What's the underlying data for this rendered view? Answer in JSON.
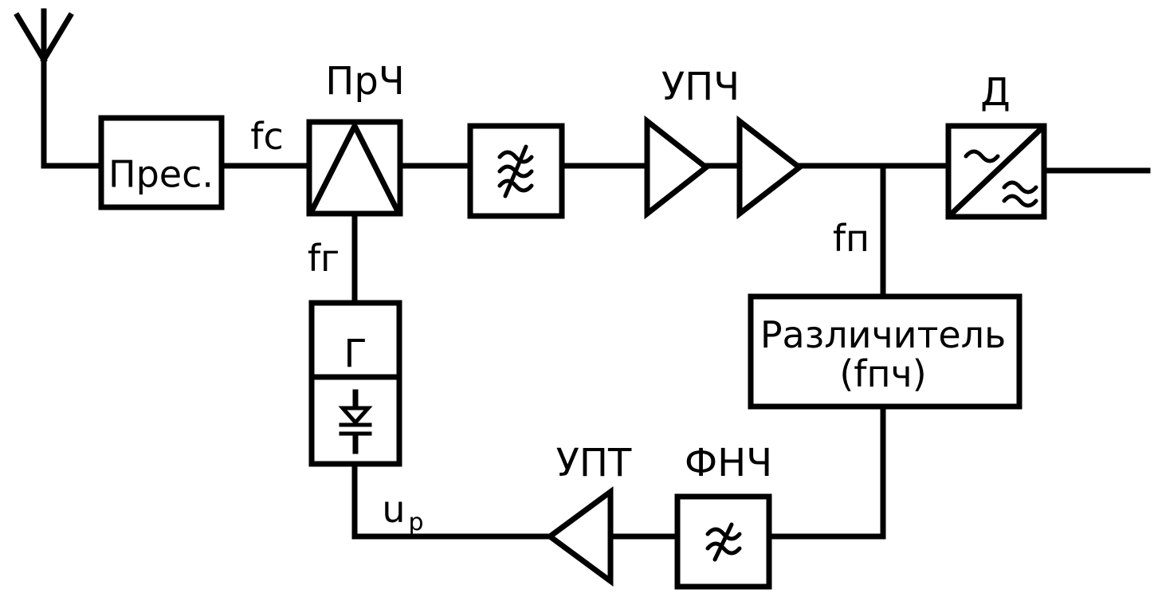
{
  "labels": {
    "preselector": "Прес.",
    "mixer": "ПрЧ",
    "if_amp": "УПЧ",
    "detector": "Д",
    "discriminator_line1": "Различитель",
    "discriminator_line2": "(fпч)",
    "generator": "Г",
    "dc_amp": "УПТ",
    "lowpass": "ФНЧ",
    "signal_freq": "fс",
    "gen_freq": "fг",
    "if_freq": "fп",
    "control_voltage_main": "u",
    "control_voltage_sub": "р"
  },
  "icons": {
    "antenna": "antenna-icon",
    "mixer": "mixer-triangle-icon",
    "bandpass": "bandpass-filter-icon",
    "amplifier": "amplifier-triangle-icon",
    "detector": "detector-icon",
    "varicap": "varicap-diode-icon",
    "lowpass": "lowpass-filter-icon"
  }
}
